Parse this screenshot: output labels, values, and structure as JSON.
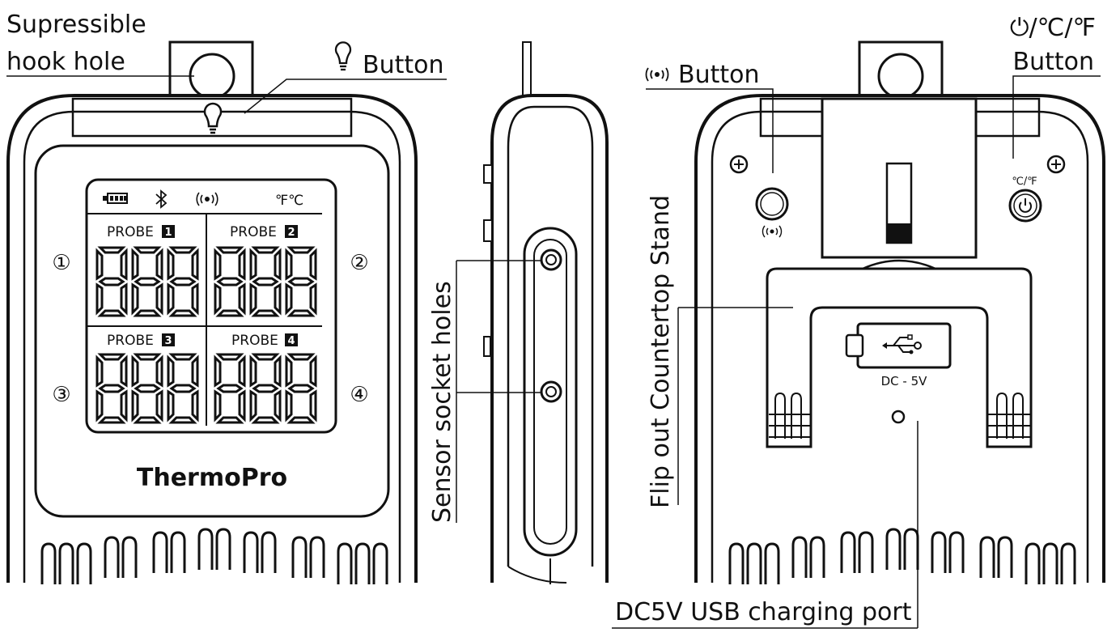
{
  "annotations": {
    "hook_hole": [
      "Supressible",
      "hook hole"
    ],
    "light_button": "Button",
    "alarm_button": "Button",
    "power_button": [
      "⏻/℃/℉",
      "Button"
    ],
    "sensor_holes": "Sensor socket holes",
    "countertop_stand": "Flip out Countertop Stand",
    "usb_port": "DC5V USB charging port"
  },
  "device_front": {
    "status_unit": "℉℃",
    "probe_word": "PROBE",
    "probes": [
      "1",
      "2",
      "3",
      "4"
    ],
    "digits": "888",
    "side_numbers": [
      "①",
      "②",
      "③",
      "④"
    ],
    "brand": "ThermoPro"
  },
  "device_back": {
    "unit_label": "℃/℉",
    "dc_label": "DC - 5V"
  },
  "icons": [
    "bulb-icon",
    "battery-icon",
    "bluetooth-icon",
    "alarm-icon",
    "power-icon",
    "usb-icon",
    "screw-icon"
  ]
}
